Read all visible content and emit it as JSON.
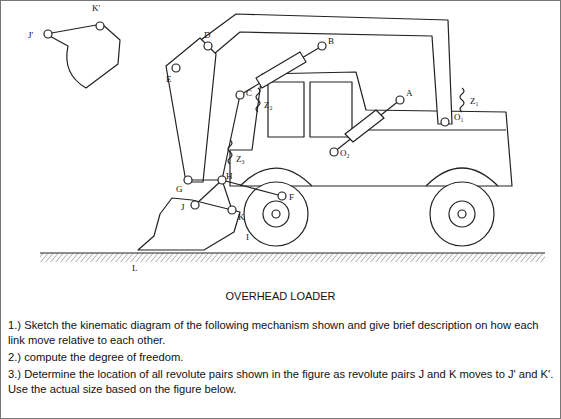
{
  "diagram": {
    "title": "OVERHEAD LOADER",
    "labels": [
      "K'",
      "J'",
      "D",
      "B",
      "E",
      "C",
      "Z₂",
      "Z₃",
      "O₂",
      "A",
      "Z₁",
      "O₁",
      "G",
      "H",
      "F",
      "J",
      "K",
      "I",
      "L",
      "1.) Sketch the kinematic diagram of the following mechanism shown and give brief description on how each link move relative to each other.",
      "2.) compute the degree of freedom.",
      "3.) Determine the location of all revolute pairs shown in the figure as revolute pairs J and K moves to J' and K'. Use the actual size based on the figure below."
    ]
  }
}
